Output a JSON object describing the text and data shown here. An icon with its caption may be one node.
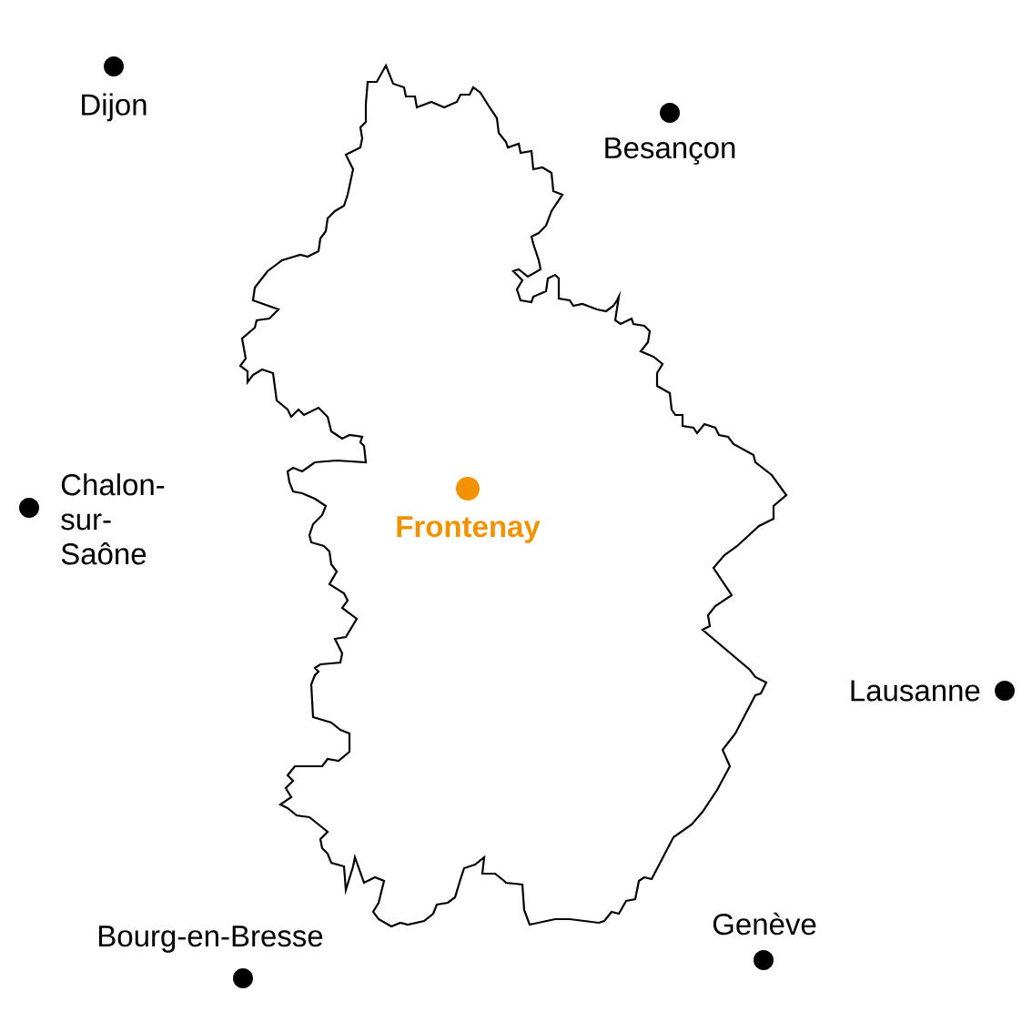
{
  "diagram": {
    "labels": [
      "Dijon",
      "Besançon",
      "Chalon-sur-Saône",
      "Frontenay",
      "Lausanne",
      "Genève",
      "Bourg-en-Bresse"
    ]
  }
}
